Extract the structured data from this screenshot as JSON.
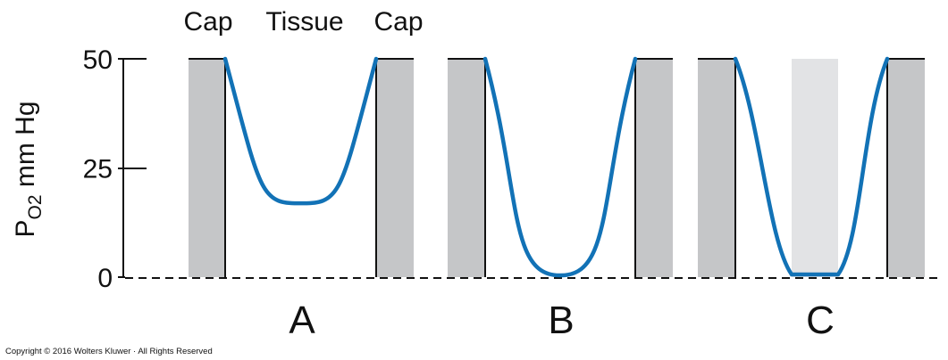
{
  "headers": {
    "cap_left": "Cap",
    "tissue": "Tissue",
    "cap_right": "Cap"
  },
  "y_axis": {
    "label_main": "P",
    "label_sub": "O",
    "label_sub2": "2",
    "label_unit": " mm Hg",
    "ticks": [
      {
        "value": 50,
        "label": "50"
      },
      {
        "value": 25,
        "label": "25"
      },
      {
        "value": 0,
        "label": "0"
      }
    ],
    "range": [
      0,
      50
    ]
  },
  "panels": [
    {
      "label": "A",
      "min_po2": 16.5,
      "anoxic_core": false
    },
    {
      "label": "B",
      "min_po2": 0,
      "anoxic_core": false
    },
    {
      "label": "C",
      "min_po2": 0,
      "anoxic_core": true
    }
  ],
  "colors": {
    "capillary": "#c5c6c8",
    "anoxic": "#e2e3e5",
    "curve": "#1272b6",
    "line": "#111111"
  },
  "copyright": "Copyright © 2016 Wolters Kluwer · All Rights Reserved"
}
